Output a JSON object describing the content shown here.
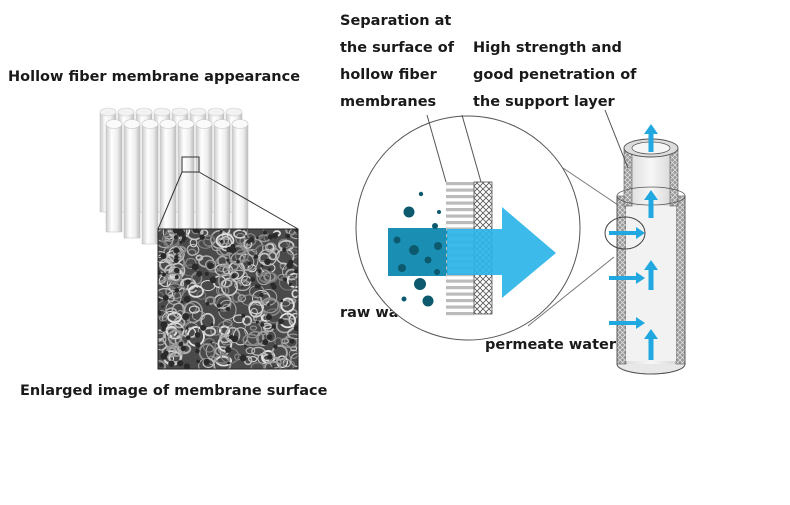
{
  "labels": {
    "hollow_fiber_appearance": "Hollow fiber membrane appearance",
    "enlarged_surface": "Enlarged image of membrane surface",
    "separation": [
      "Separation at",
      "the surface of",
      "hollow fiber",
      "membranes"
    ],
    "support_layer": [
      "High strength and",
      "good penetration of",
      "the support layer"
    ],
    "raw_water": "raw water",
    "permeate_water": "permeate water"
  },
  "colors": {
    "flow_arrow": "#2bb5e8",
    "raw_water_block": "#1b8fb3",
    "particle": "#0d5a6e",
    "permeate_arrow": "#22a8e0",
    "membrane_stripe": "#bbbbbb",
    "mesh": "#555555",
    "outline": "#555555"
  }
}
